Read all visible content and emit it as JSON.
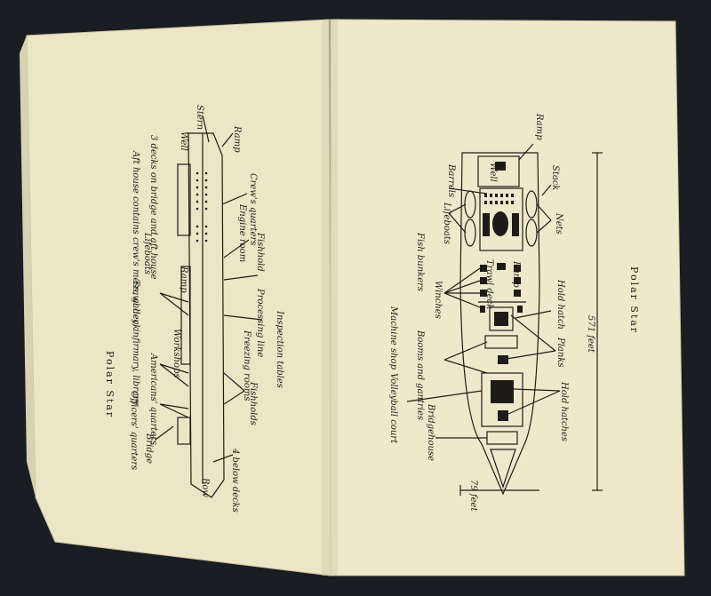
{
  "left_page": {
    "title": "Polar Star",
    "labels": {
      "stern": "Stern",
      "ramp_top": "Ramp",
      "well": "Well",
      "aft_house": "Aft house contains crew's mess, galley, infirmary, library",
      "decks_bridge": "3 decks on bridge and aft house",
      "crews_quarters": "Crew's quarters",
      "engine_room": "Engine room",
      "fishhold_top": "Fishhold",
      "lifeboats": "Lifeboats",
      "ramp_mid": "Ramp",
      "trawl_deck": "Trawl deck",
      "processing_line": "Processing line",
      "inspection_tables": "Inspection tables",
      "freezing_rooms": "Freezing rooms",
      "workshops": "Workshops",
      "americans_quarters": "Americans' quarters",
      "officers_quarters": "Officers' quarters",
      "fishholds": "Fishholds",
      "bridge": "Bridge",
      "four_below": "4 below decks",
      "bow": "Bow"
    }
  },
  "right_page": {
    "title": "Polar Star",
    "labels": {
      "ramp": "Ramp",
      "well": "Well",
      "barrels": "Barrels",
      "stack": "Stack",
      "lifeboats": "Lifeboats",
      "nets": "Nets",
      "fish_bunkers": "Fish bunkers",
      "trawl_deck": "Trawl deck",
      "ramp_inner": "Ramp",
      "winches": "Winches",
      "hold_hatch": "Hold hatch",
      "machine_shop": "Machine shop",
      "booms_gantries": "Booms and gantries",
      "planks": "Planks",
      "volleyball_court": "Volleyball court",
      "hold_hatches": "Hold hatches",
      "bridgehouse": "Bridgehouse",
      "length": "571 feet",
      "width": "79 feet"
    }
  }
}
